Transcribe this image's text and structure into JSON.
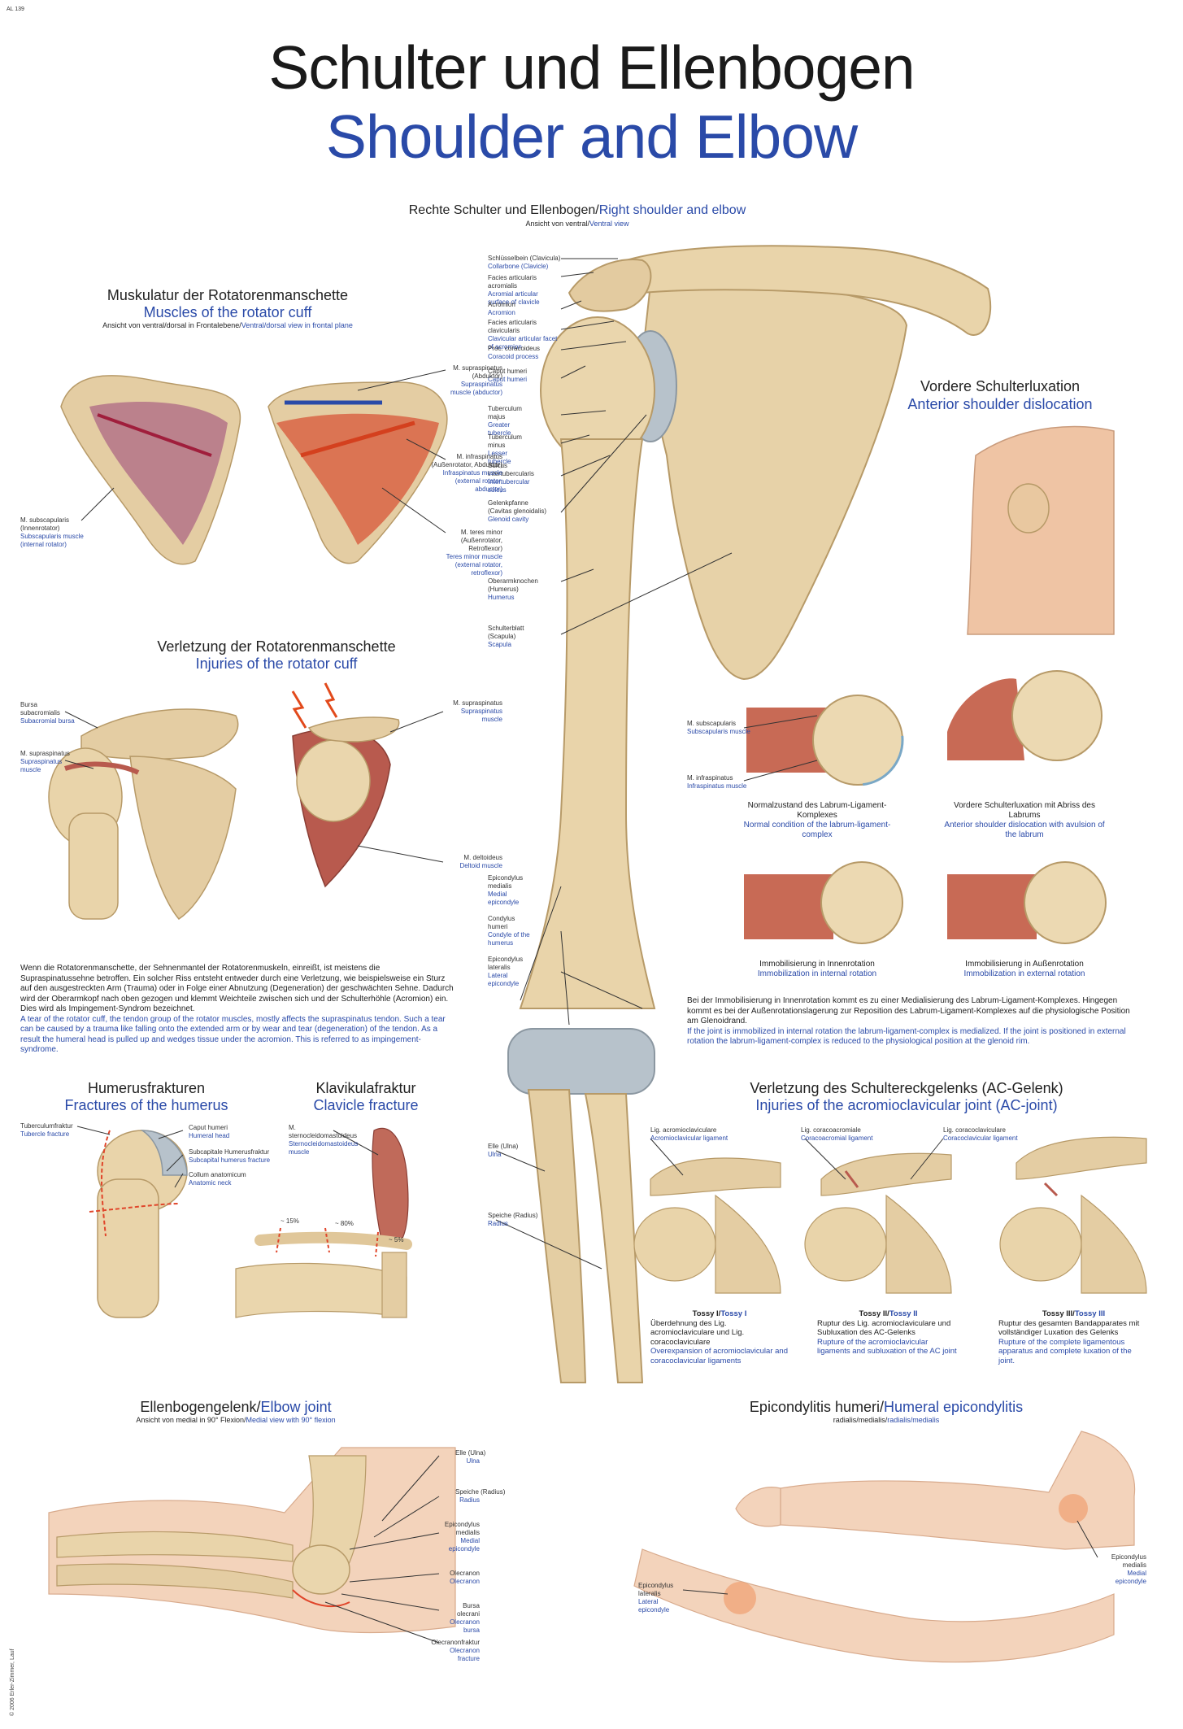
{
  "code": "AL 139",
  "copyright": "© 2006 Erler-Zimmer, Lauf",
  "title_de": "Schulter und Ellenbogen",
  "title_en": "Shoulder and Elbow",
  "main": {
    "title_de": "Rechte Schulter und Ellenbogen/",
    "title_en": "Right shoulder and elbow",
    "sub_de": "Ansicht von ventral/",
    "sub_en": "Ventral view",
    "labels": [
      {
        "de": "Schlüsselbein (Clavicula)",
        "en": "Collarbone (Clavicle)"
      },
      {
        "de": "Facies articularis acromialis",
        "en": "Acromial articular surface of clavicle"
      },
      {
        "de": "Acromion",
        "en": "Acromion"
      },
      {
        "de": "Facies articularis clavicularis",
        "en": "Clavicular articular facet of acromion"
      },
      {
        "de": "Proc. coracoideus",
        "en": "Coracoid process"
      },
      {
        "de": "Caput humeri",
        "en": "Caput humeri"
      },
      {
        "de": "Tuberculum majus",
        "en": "Greater tubercle"
      },
      {
        "de": "Tuberculum minus",
        "en": "Lesser tubercle"
      },
      {
        "de": "Sulcus intertubercularis",
        "en": "Intertubercular sulcus"
      },
      {
        "de": "Gelenkpfanne (Cavitas glenoidalis)",
        "en": "Glenoid cavity"
      },
      {
        "de": "Oberarmknochen (Humerus)",
        "en": "Humerus"
      },
      {
        "de": "Schulterblatt (Scapula)",
        "en": "Scapula"
      },
      {
        "de": "Epicondylus medialis",
        "en": "Medial epicondyle"
      },
      {
        "de": "Condylus humeri",
        "en": "Condyle of the humerus"
      },
      {
        "de": "Epicondylus lateralis",
        "en": "Lateral epicondyle"
      },
      {
        "de": "Elle (Ulna)",
        "en": "Ulna"
      },
      {
        "de": "Speiche (Radius)",
        "en": "Radius"
      }
    ]
  },
  "rotator": {
    "title_de": "Muskulatur der Rotatorenmanschette",
    "title_en": "Muscles of the rotator cuff",
    "sub_de": "Ansicht von ventral/dorsal in Frontalebene/",
    "sub_en": "Ventral/dorsal view in frontal plane",
    "labels": [
      {
        "de": "M. supraspinatus (Abduktor)",
        "en": "Supraspinatus muscle (abductor)"
      },
      {
        "de": "M. infraspinatus (Außenrotator, Abduktor)",
        "en": "Infraspinatus muscle (external rotator, abductor)"
      },
      {
        "de": "M. teres minor (Außenrotator, Retroflexor)",
        "en": "Teres minor muscle (external rotator, retroflexor)"
      },
      {
        "de": "M. subscapularis (Innenrotator)",
        "en": "Subscapularis muscle (internal rotator)"
      }
    ]
  },
  "injury": {
    "title_de": "Verletzung der Rotatorenmanschette",
    "title_en": "Injuries of the rotator cuff",
    "labels": [
      {
        "de": "Bursa subacromialis",
        "en": "Subacromial bursa"
      },
      {
        "de": "M. supraspinatus",
        "en": "Supraspinatus muscle"
      },
      {
        "de": "M. supraspinatus",
        "en": "Supraspinatus muscle"
      },
      {
        "de": "M. deltoideus",
        "en": "Deltoid muscle"
      }
    ],
    "text_de": "Wenn die Rotatorenmanschette, der Sehnenmantel der Rotatorenmuskeln, einreißt, ist meistens die Supraspinatussehne betroffen. Ein solcher Riss entsteht entweder durch eine Verletzung, wie beispielsweise ein Sturz auf den ausgestreckten Arm (Trauma) oder in Folge einer Abnutzung (Degeneration) der geschwächten Sehne. Dadurch wird der Oberarmkopf nach oben gezogen und klemmt Weichteile zwischen sich und der Schulterhöhle (Acromion) ein. Dies wird als Impingement-Syndrom bezeichnet.",
    "text_en": "A tear of the rotator cuff, the tendon group of the rotator muscles, mostly affects the supraspinatus tendon. Such a tear can be caused by a trauma like falling onto the extended arm or by wear and tear (degeneration) of the tendon. As a result the humeral head is pulled up and wedges tissue under the acromion. This is referred to as impingement-syndrome."
  },
  "dislocation": {
    "title_de": "Vordere Schulterluxation",
    "title_en": "Anterior shoulder dislocation",
    "labels": [
      {
        "de": "M. subscapularis",
        "en": "Subscapularis muscle"
      },
      {
        "de": "M. infraspinatus",
        "en": "Infraspinatus muscle"
      }
    ],
    "captions": [
      {
        "de": "Normalzustand des Labrum-Ligament-Komplexes",
        "en": "Normal condition of the labrum-ligament-complex"
      },
      {
        "de": "Vordere Schulterluxation mit Abriss des Labrums",
        "en": "Anterior shoulder dislocation with avulsion of the labrum"
      },
      {
        "de": "Immobilisierung in Innenrotation",
        "en": "Immobilization in internal rotation"
      },
      {
        "de": "Immobilisierung in Außenrotation",
        "en": "Immobilization in external rotation"
      }
    ],
    "text_de": "Bei der Immobilisierung in Innenrotation kommt es zu einer Medialisierung des Labrum-Ligament-Komplexes. Hingegen kommt es bei der Außenrotationslagerung zur Reposition des Labrum-Ligament-Komplexes auf die physiologische Position am Glenoidrand.",
    "text_en": "If the joint is immobilized in internal rotation the labrum-ligament-complex is medialized. If the joint is positioned in external rotation the labrum-ligament-complex is reduced to the physiological position at the glenoid rim."
  },
  "humerus_fx": {
    "title_de": "Humerusfrakturen",
    "title_en": "Fractures of the humerus",
    "labels": [
      {
        "de": "Tuberculumfraktur",
        "en": "Tubercle fracture"
      },
      {
        "de": "Caput humeri",
        "en": "Humeral head"
      },
      {
        "de": "Subcapitale Humerusfraktur",
        "en": "Subcapital humerus fracture"
      },
      {
        "de": "Collum anatomicum",
        "en": "Anatomic neck"
      }
    ]
  },
  "clavicle_fx": {
    "title_de": "Klavikulafraktur",
    "title_en": "Clavicle fracture",
    "label": {
      "de": "M. sternocleidomastoideus",
      "en": "Sternocleidomastoideus muscle"
    },
    "pcts": [
      "~ 15%",
      "~ 80%",
      "~ 5%"
    ]
  },
  "ac": {
    "title_de": "Verletzung des Schultereckgelenks (AC-Gelenk)",
    "title_en": "Injuries of the acromioclavicular joint (AC-joint)",
    "labels": [
      {
        "de": "Lig. acromioclaviculare",
        "en": "Acromioclavicular ligament"
      },
      {
        "de": "Lig. coracoacromiale",
        "en": "Coracoacromial ligament"
      },
      {
        "de": "Lig. coracoclaviculare",
        "en": "Coracoclavicular ligament"
      }
    ],
    "tossy": [
      {
        "head_de": "Tossy I/",
        "head_en": "Tossy I",
        "de": "Überdehnung des Lig. acromioclaviculare und Lig. coracoclaviculare",
        "en": "Overexpansion of acromioclavicular and coracoclavicular ligaments"
      },
      {
        "head_de": "Tossy II/",
        "head_en": "Tossy II",
        "de": "Ruptur des Lig. acromioclaviculare und Subluxation des AC-Gelenks",
        "en": "Rupture of the acromioclavicular ligaments and subluxation of the AC joint"
      },
      {
        "head_de": "Tossy III/",
        "head_en": "Tossy III",
        "de": "Ruptur des gesamten Bandapparates mit vollständiger Luxation des Gelenks",
        "en": "Rupture of the complete ligamentous apparatus and complete luxation of the joint."
      }
    ]
  },
  "elbow": {
    "title_de": "Ellenbogengelenk/",
    "title_en": "Elbow joint",
    "sub_de": "Ansicht von medial in 90° Flexion/",
    "sub_en": "Medial view with 90° flexion",
    "labels": [
      {
        "de": "Elle (Ulna)",
        "en": "Ulna"
      },
      {
        "de": "Speiche (Radius)",
        "en": "Radius"
      },
      {
        "de": "Epicondylus medialis",
        "en": "Medial epicondyle"
      },
      {
        "de": "Olecranon",
        "en": "Olecranon"
      },
      {
        "de": "Bursa olecrani",
        "en": "Olecranon bursa"
      },
      {
        "de": "Olecranonfraktur",
        "en": "Olecranon fracture"
      }
    ]
  },
  "epicond": {
    "title_de": "Epicondylitis humeri/",
    "title_en": "Humeral epicondylitis",
    "sub_de": "radialis/medialis/",
    "sub_en": "radialis/medialis",
    "labels": [
      {
        "de": "Epicondylus medialis",
        "en": "Medial epicondyle"
      },
      {
        "de": "Epicondylus lateralis",
        "en": "Lateral epicondyle"
      }
    ]
  },
  "colors": {
    "bone": "#e9d4a8",
    "bone_dark": "#c9ab78",
    "cartilage": "#b9c3cc",
    "muscle": "#b85a4e",
    "skin": "#efc4a4",
    "accent": "#2a4aa8"
  }
}
